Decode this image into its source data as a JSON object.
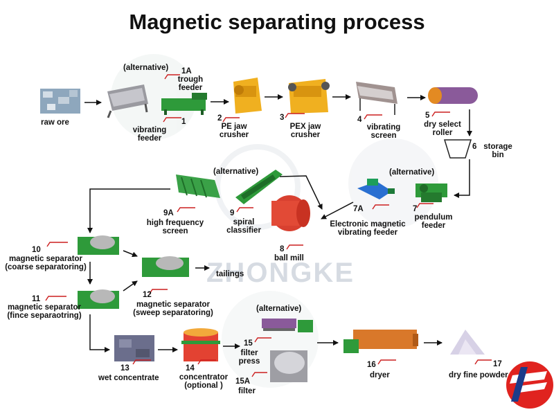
{
  "title": "Magnetic separating process",
  "watermark": "ZHONGKE",
  "nodes": {
    "raw_ore": "raw ore",
    "alt1": "(alternative)",
    "n1a_num": "1A",
    "n1a_l1": "trough",
    "n1a_l2": "feeder",
    "n1_num": "1",
    "n1_l1": "vibrating",
    "n1_l2": "feeder",
    "n2_num": "2",
    "n2_l1": "PE jaw",
    "n2_l2": "crusher",
    "n3_num": "3",
    "n3_l1": "PEX jaw",
    "n3_l2": "crusher",
    "n4_num": "4",
    "n4_l1": "vibrating",
    "n4_l2": "screen",
    "n5_num": "5",
    "n5_l1": "dry select",
    "n5_l2": "roller",
    "n6_num": "6",
    "n6_l1": "storage",
    "n6_l2": "bin",
    "alt2": "(alternative)",
    "n7a_num": "7A",
    "n7a_l1": "Electronic magnetic",
    "n7a_l2": "vibrating feeder",
    "n7_num": "7",
    "n7_l1": "pendulum",
    "n7_l2": "feeder",
    "n8_num": "8",
    "n8_l1": "ball mill",
    "alt3": "(alternative)",
    "n9_num": "9",
    "n9_l1": "spiral",
    "n9_l2": "classifier",
    "n9a_num": "9A",
    "n9a_l1": "high frequency",
    "n9a_l2": "screen",
    "n10_num": "10",
    "n10_l1": "magnetic separator",
    "n10_l2": "(coarse separatoring)",
    "n11_num": "11",
    "n11_l1": "magnetic separator",
    "n11_l2": "(fince separaotring)",
    "n12_num": "12",
    "n12_l1": "magnetic separator",
    "n12_l2": "(sweep separatoring)",
    "tailings": "tailings",
    "n13_num": "13",
    "n13_l1": "wet concentrate",
    "n14_num": "14",
    "n14_l1": "concentrator",
    "n14_l2": "(optional )",
    "alt4": "(alternative)",
    "n15_num": "15",
    "n15_l1": "filter",
    "n15_l2": "press",
    "n15a_num": "15A",
    "n15a_l1": "filter",
    "n16_num": "16",
    "n16_l1": "dryer",
    "n17_num": "17",
    "n17_l1": "dry fine powder"
  },
  "colors": {
    "machine_green": "#2e9a3a",
    "machine_yellow": "#f0b020",
    "machine_purple": "#8a5a9a",
    "machine_gray": "#b9b9b9",
    "dryer_orange": "#d9782a",
    "logo_red": "#e0231f",
    "logo_blue": "#1c3c8a",
    "leader_red": "#cc1f1f"
  }
}
